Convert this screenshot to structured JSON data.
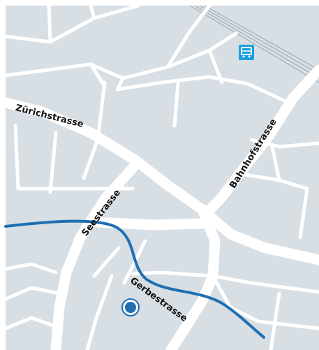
{
  "map": {
    "colors": {
      "block": "#d7dee4",
      "road": "#ffffff",
      "water": "#1f6fb2",
      "rail": "#9aa3aa",
      "marker": "#1f6fb2",
      "station": "#1aa0e0"
    },
    "streets": {
      "zurichstrasse": "Zürichstrasse",
      "bahnhofstrasse": "Bahnhofstrasse",
      "seestrasse": "Seestrasse",
      "gerbestrasse": "Gerbestrasse"
    },
    "icons": {
      "station": "train-station-icon",
      "location": "location-marker-icon"
    }
  }
}
